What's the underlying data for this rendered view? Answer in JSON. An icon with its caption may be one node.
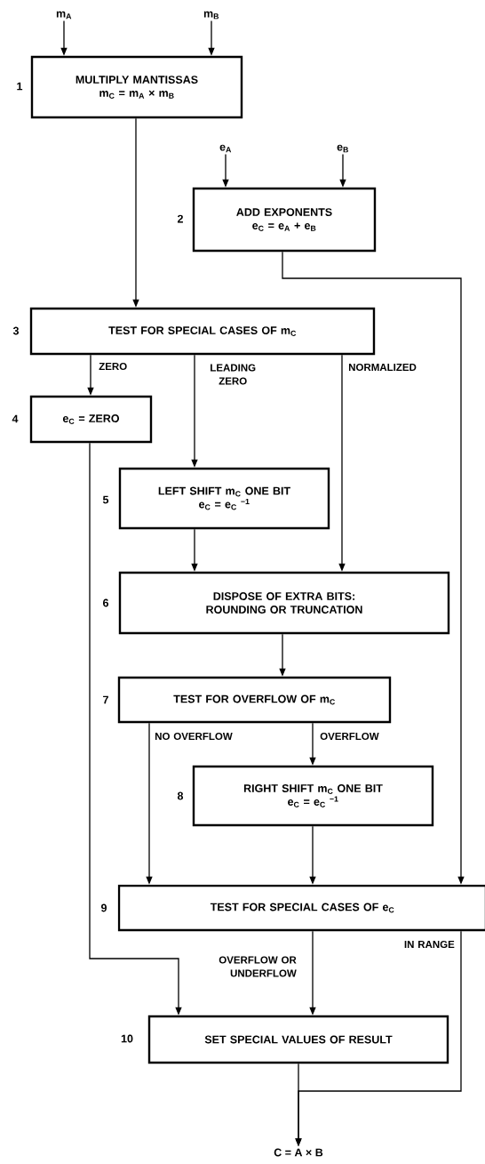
{
  "diagram": {
    "nodes": [
      {
        "text": [
          "m$_{A}$"
        ]
      },
      {
        "text": [
          "m$_{B}$"
        ]
      },
      {
        "text": [
          "MULTIPLY MANTISSAS",
          "m$_{C}$ = m$_{A}$ × m$_{B}$"
        ],
        "beside": [
          "1"
        ]
      },
      {
        "text": [
          "e$_{A}$"
        ]
      },
      {
        "text": [
          "e$_{B}$"
        ]
      },
      {
        "text": [
          "ADD EXPONENTS",
          "e$_{C}$ = e$_{A}$ + e$_{B}$"
        ],
        "beside": [
          "2"
        ]
      },
      {
        "text": [
          "TEST FOR SPECIAL CASES OF m$_{C}$"
        ],
        "beside": [
          "3"
        ]
      },
      {
        "text": [
          "e$_{C}$ = ZERO"
        ],
        "beside": [
          "4"
        ]
      },
      {
        "text": [
          "LEFT SHIFT m$_{C}$ ONE BIT",
          "e$_{C}$ = e$_{C}$ $^{−1}$"
        ],
        "beside": [
          "5"
        ]
      },
      {
        "text": [
          "DISPOSE OF EXTRA BITS: ROUNDING OR TRUNCATION"
        ],
        "beside": [
          "6"
        ]
      },
      {
        "text": [
          "TEST FOR OVERFLOW OF m$_{C}$"
        ],
        "beside": [
          "7"
        ]
      },
      {
        "text": [
          "RIGHT SHIFT m$_{C}$ ONE BIT",
          "e$_{C}$ = e$_{C}$ $^{−1}$"
        ],
        "beside": [
          "8"
        ]
      },
      {
        "text": [
          "TEST FOR SPECIAL CASES OF e$_{C}$"
        ],
        "beside": [
          "9"
        ]
      },
      {
        "text": [
          "SET SPECIAL VALUES OF RESULT"
        ],
        "beside": [
          "10"
        ]
      },
      {
        "text": [
          "C = A × B"
        ]
      }
    ],
    "edges": [
      {
        "from": 0,
        "to": 2,
        "arrow": "to"
      },
      {
        "from": 1,
        "to": 2,
        "arrow": "to"
      },
      {
        "from": 3,
        "to": 5,
        "arrow": "to"
      },
      {
        "from": 4,
        "to": 5,
        "arrow": "to"
      },
      {
        "from": 2,
        "to": 6,
        "arrow": "to"
      },
      {
        "from": 5,
        "to": 12,
        "arrow": "to"
      },
      {
        "from": 6,
        "to": 7,
        "arrow": "to",
        "label": "ZERO"
      },
      {
        "from": 6,
        "to": 8,
        "arrow": "to",
        "label": "LEADING ZERO"
      },
      {
        "from": 6,
        "to": 9,
        "arrow": "to",
        "label": "NORMALIZED"
      },
      {
        "from": 7,
        "to": 13,
        "arrow": "to"
      },
      {
        "from": 8,
        "to": 9,
        "arrow": "to"
      },
      {
        "from": 9,
        "to": 10,
        "arrow": "to"
      },
      {
        "from": 10,
        "to": 12,
        "arrow": "to",
        "label": "NO OVERFLOW"
      },
      {
        "from": 10,
        "to": 11,
        "arrow": "to",
        "label": "OVERFLOW"
      },
      {
        "from": 11,
        "to": 12,
        "arrow": "to"
      },
      {
        "from": 12,
        "to": 13,
        "arrow": "to",
        "label": "OVERFLOW OR UNDERFLOW"
      },
      {
        "from": 12,
        "to": 14,
        "arrow": "to",
        "label": "IN RANGE"
      },
      {
        "from": 13,
        "to": 14,
        "arrow": "to"
      }
    ]
  }
}
